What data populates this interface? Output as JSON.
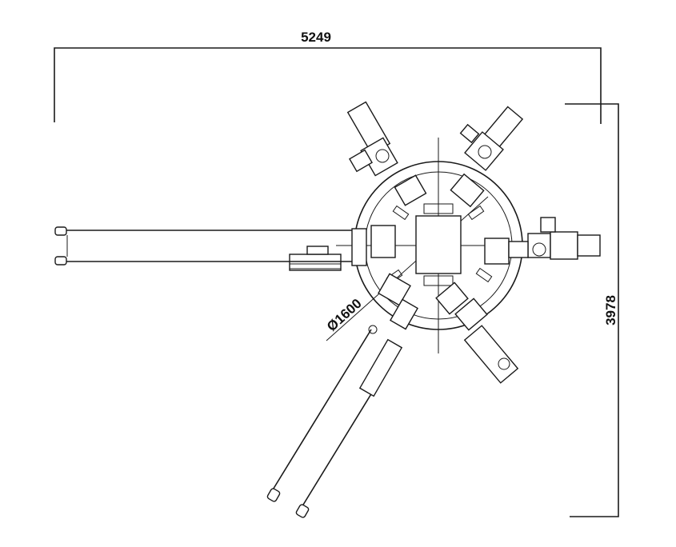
{
  "dimensions": {
    "width_label": "5249",
    "height_label": "3978",
    "diameter_label": "Ø1600"
  },
  "colors": {
    "line": "#1a1a1a",
    "background": "#ffffff"
  }
}
